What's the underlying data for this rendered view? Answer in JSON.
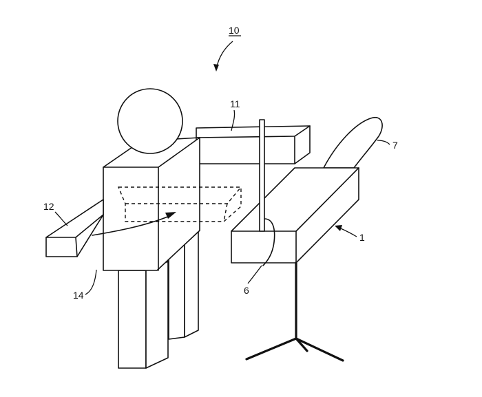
{
  "labels": {
    "assembly": "10",
    "bar_back": "11",
    "bar_front": "12",
    "body": "14",
    "device": "1",
    "cable": "6",
    "handle": "7"
  }
}
